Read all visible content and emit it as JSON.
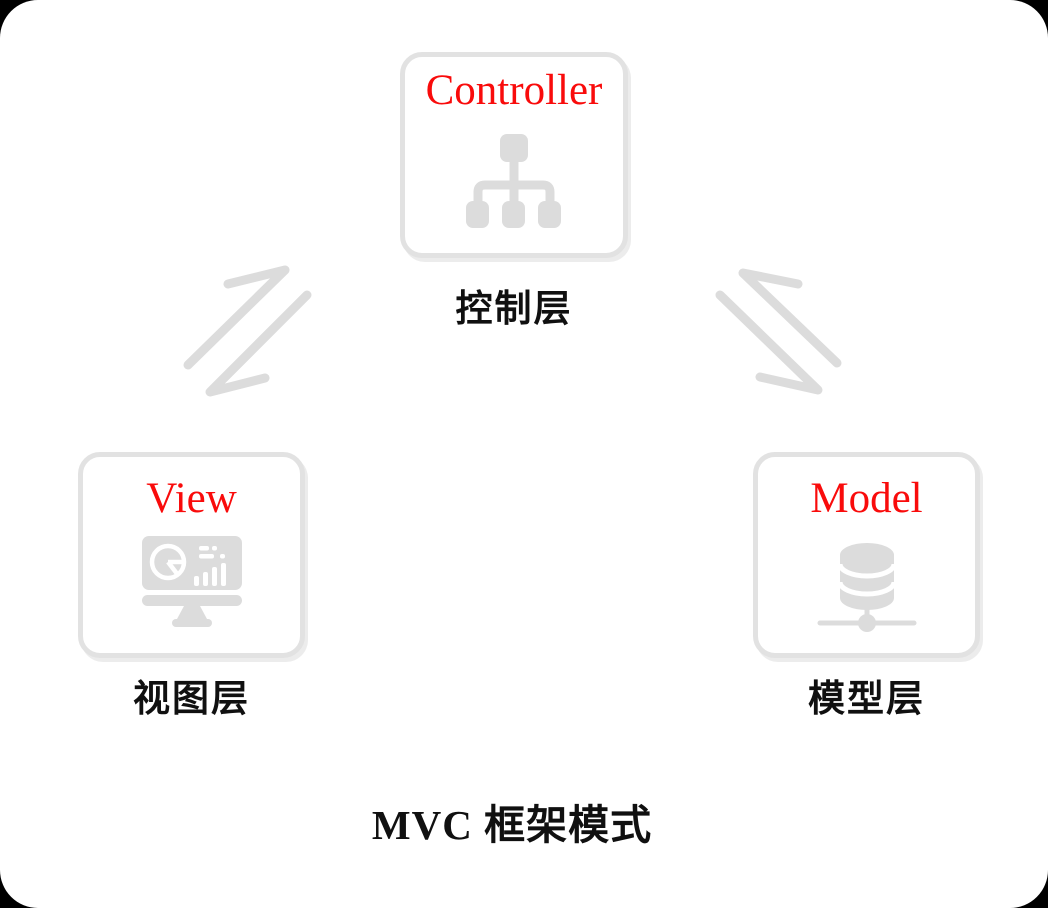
{
  "page": {
    "title": "MVC 框架模式",
    "background_color": "#000000",
    "surface_color": "#ffffff",
    "accent_color": "#f90b0b",
    "muted_gray": "#dcdcdc",
    "border_gray": "#e2e2e2",
    "text_color": "#101010"
  },
  "nodes": {
    "controller": {
      "label": "Controller",
      "caption": "控制层",
      "icon": "sitemap-icon"
    },
    "view": {
      "label": "View",
      "caption": "视图层",
      "icon": "dashboard-monitor-icon"
    },
    "model": {
      "label": "Model",
      "caption": "模型层",
      "icon": "database-icon"
    }
  },
  "connectors": [
    {
      "name": "view-controller-arrows",
      "type": "bidirectional",
      "between": [
        "视图层",
        "控制层"
      ]
    },
    {
      "name": "controller-model-arrows",
      "type": "bidirectional",
      "between": [
        "控制层",
        "模型层"
      ]
    }
  ]
}
